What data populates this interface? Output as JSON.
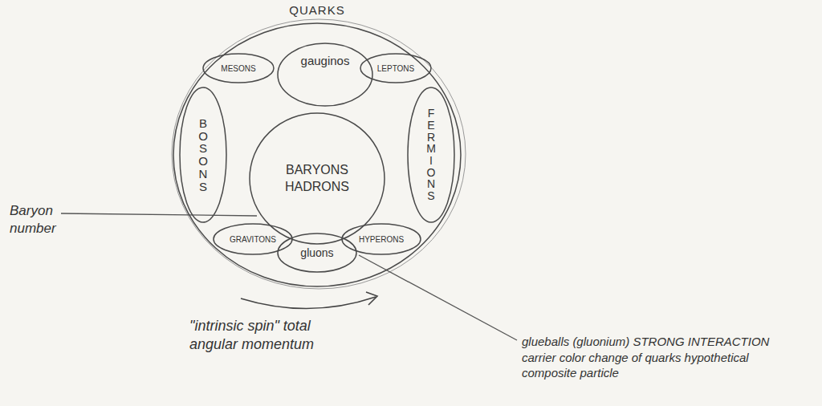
{
  "diagram": {
    "nodes": [
      {
        "text": [
          "QUARKS"
        ]
      },
      {
        "text": [
          "MESONS"
        ],
        "in": 0
      },
      {
        "text": [
          "gauginos"
        ],
        "in": 0
      },
      {
        "text": [
          "LEPTONS"
        ],
        "in": 0
      },
      {
        "text": [
          "BOSONS"
        ],
        "in": 0
      },
      {
        "text": [
          "BARYONS HADRONS"
        ],
        "in": 0
      },
      {
        "text": [
          "FERMIONS"
        ],
        "in": 0
      },
      {
        "text": [
          "GRAVITONS"
        ],
        "in": 0
      },
      {
        "text": [
          "gluons"
        ],
        "in": 0
      },
      {
        "text": [
          "HYPERONS"
        ],
        "in": 0
      }
    ],
    "labels": [
      "Baryon number",
      "\"intrinsic spin\" total angular momentum",
      "glueballs (gluonium) STRONG INTERACTION carrier color change of quarks hypothetical composite particle"
    ]
  }
}
